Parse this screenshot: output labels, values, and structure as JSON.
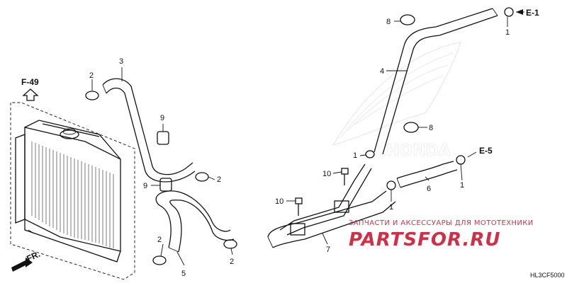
{
  "diagram": {
    "refs": {
      "f49": "F-49",
      "fr": "FR.",
      "e1": "E-1",
      "e5": "E-5"
    },
    "callouts": {
      "c1a": "1",
      "c1b": "1",
      "c1c": "1",
      "c1d": "1",
      "c2a": "2",
      "c2b": "2",
      "c2c": "2",
      "c2d": "2",
      "c3": "3",
      "c4": "4",
      "c5": "5",
      "c6": "6",
      "c7": "7",
      "c8a": "8",
      "c8b": "8",
      "c9a": "9",
      "c9b": "9",
      "c10a": "10",
      "c10b": "10"
    },
    "diagram_code": "HL3CF5000"
  },
  "watermark": {
    "tagline": "ЗАПЧАСТИ И АКСЕССУАРЫ ДЛЯ МОТОТЕХНИКИ",
    "brand": "PARTSFOR.RU",
    "background_logo_text": "HONDA",
    "color": "#d03045"
  }
}
